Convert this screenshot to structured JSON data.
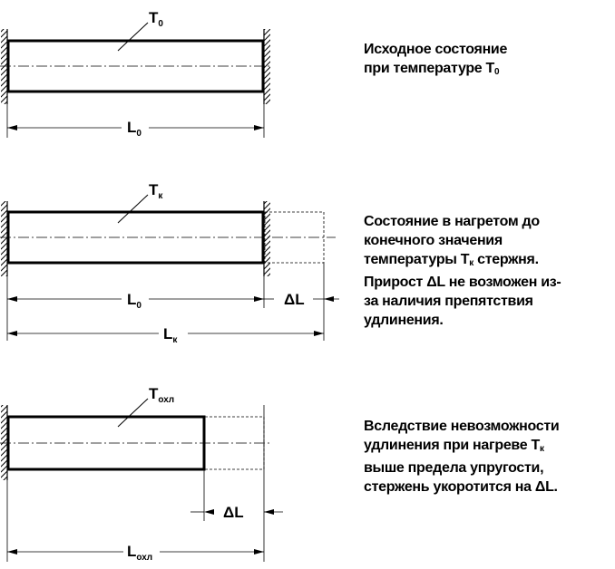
{
  "stages": [
    {
      "temp": {
        "main": "T",
        "sub": "0"
      },
      "dims": [
        {
          "main": "L",
          "sub": "0"
        }
      ],
      "description": [
        {
          "text": "Исходное состояние"
        },
        {
          "text": "при температуре T",
          "sub": "0"
        }
      ]
    },
    {
      "temp": {
        "main": "T",
        "sub": "к"
      },
      "dims": [
        {
          "main": "L",
          "sub": "0"
        },
        {
          "main": "ΔL",
          "sub": ""
        },
        {
          "main": "L",
          "sub": "к"
        }
      ],
      "description": [
        {
          "text": "Состояние в нагретом до"
        },
        {
          "text": "конечного значения"
        },
        {
          "text": "температуры T",
          "sub": "к",
          "after": " стержня."
        },
        {
          "text": "Прирост ΔL не возможен из-"
        },
        {
          "text": "за наличия  препятствия"
        },
        {
          "text": "удлинения."
        }
      ]
    },
    {
      "temp": {
        "main": "T",
        "sub": "охл"
      },
      "dims": [
        {
          "main": "ΔL",
          "sub": ""
        },
        {
          "main": "L",
          "sub": "охл"
        }
      ],
      "description": [
        {
          "text": "Вследствие невозможности"
        },
        {
          "text": "удлинения при нагреве T",
          "sub": "к"
        },
        {
          "text": "выше предела упругости,"
        },
        {
          "text": "стержень укоротится на ΔL."
        }
      ]
    }
  ]
}
